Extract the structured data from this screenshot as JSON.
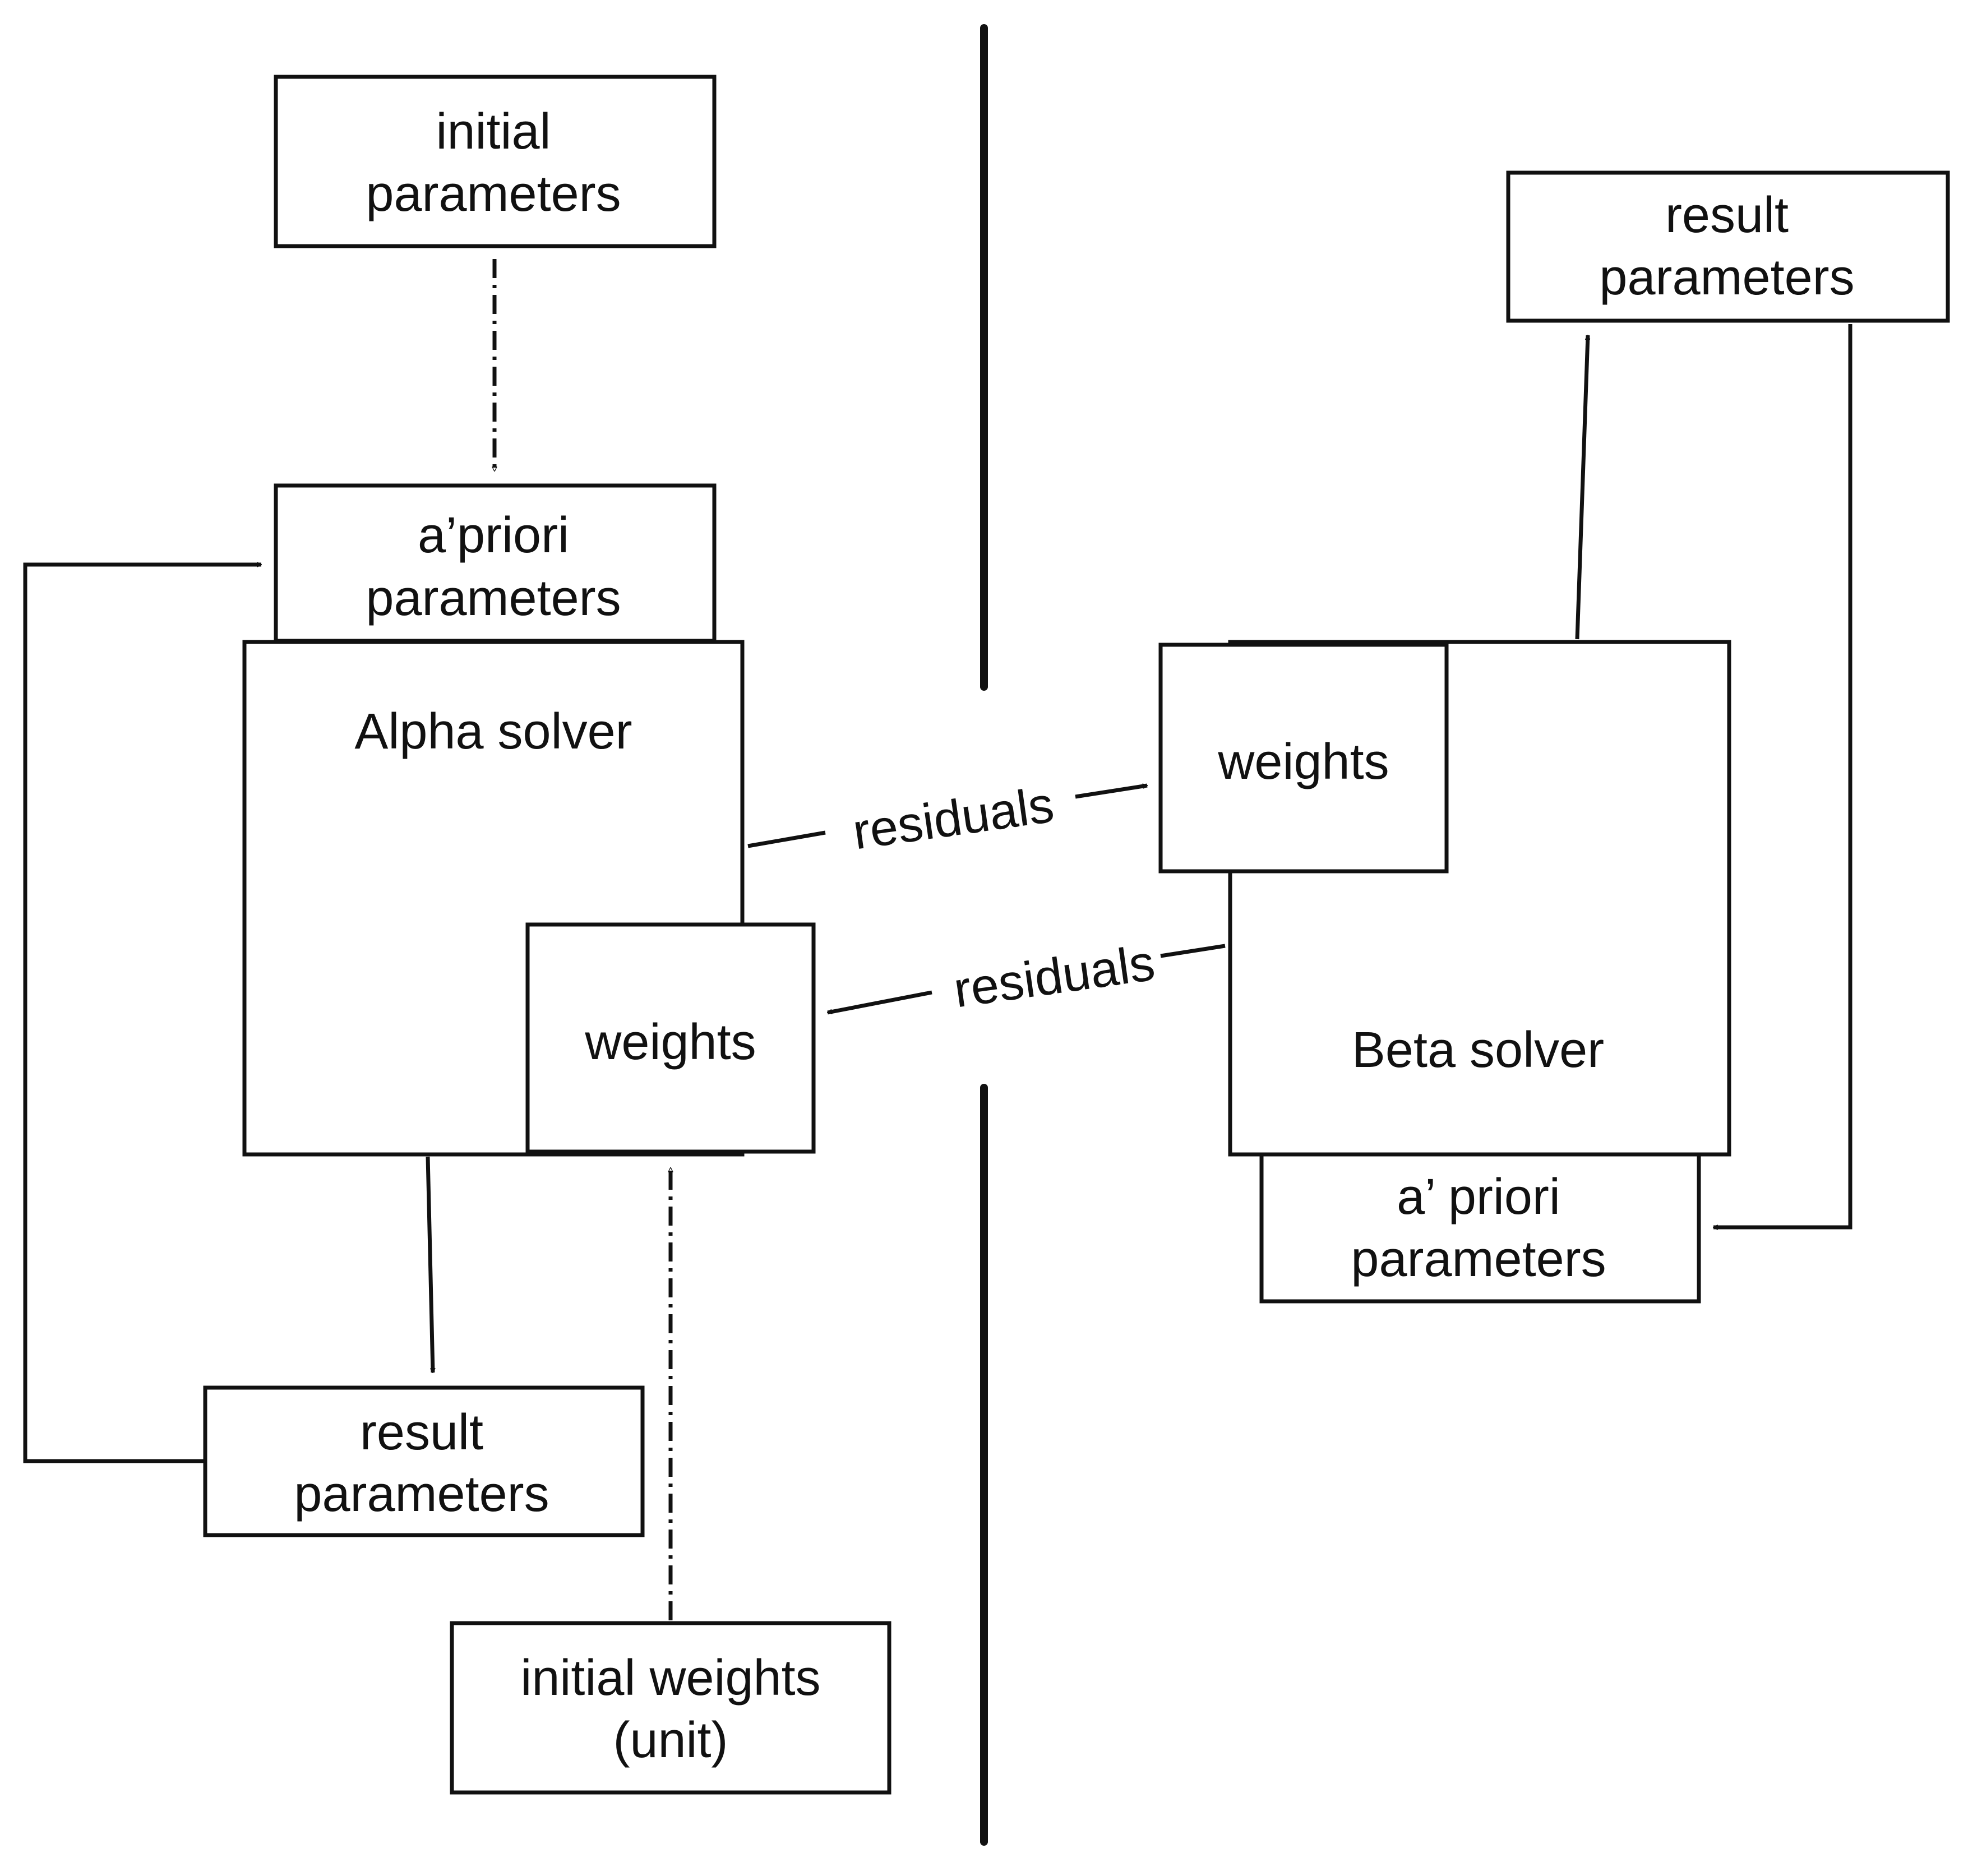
{
  "alpha": {
    "initial_parameters": [
      "initial",
      "parameters"
    ],
    "apriori_parameters": [
      "a’priori",
      "parameters"
    ],
    "solver": "Alpha solver",
    "weights": "weights",
    "result_parameters": [
      "result",
      "parameters"
    ],
    "initial_weights": [
      "initial weights",
      "(unit)"
    ]
  },
  "beta": {
    "result_parameters": [
      "result",
      "parameters"
    ],
    "weights": "weights",
    "solver": "Beta solver",
    "apriori_parameters": [
      "a’ priori",
      "parameters"
    ]
  },
  "edges": {
    "residuals_to_beta": "residuals",
    "residuals_to_alpha": "residuals"
  }
}
